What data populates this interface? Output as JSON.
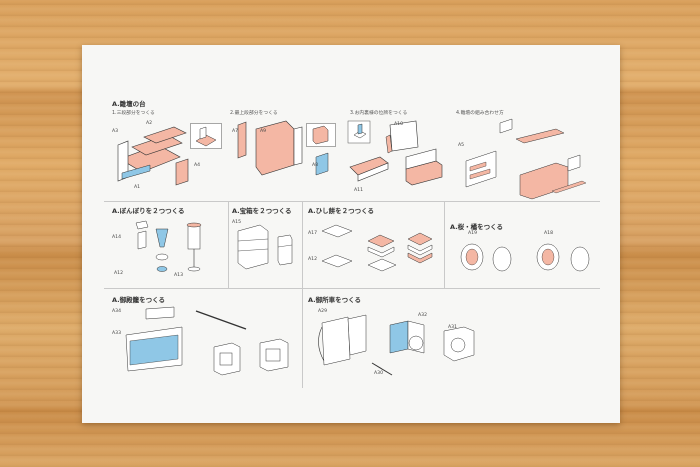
{
  "sections": {
    "a": {
      "title": "A.雛壇の台"
    },
    "b": {
      "title": "A.ぼんぼりを２つつくる"
    },
    "c": {
      "title": "A.宝箱を２つつくる"
    },
    "d": {
      "title": "A.ひし餅を２つつくる"
    },
    "e": {
      "title": "A.桜・橘をつくる"
    },
    "f": {
      "title": "A.御殿籠をつくる"
    },
    "g": {
      "title": "A.御所車をつくる"
    }
  },
  "steps": {
    "s1": "1.三段部分をつくる",
    "s2": "2.最上段部分をつくる",
    "s3": "3.お内裏様の位牌をつくる",
    "s4": "4.雛壇の組み合わせ方"
  },
  "parts": {
    "a1": "A1",
    "a2": "A2",
    "a3": "A3",
    "a4": "A4",
    "a7": "A7",
    "a8": "A8",
    "a9": "A9",
    "a10": "A10",
    "a11": "A11",
    "a5": "A5",
    "a14": "A14",
    "a12": "A12",
    "a13": "A13",
    "a15": "A15",
    "a17": "A17",
    "a12b": "A12",
    "a19": "A19",
    "a18": "A18",
    "a34": "A34",
    "a33": "A33",
    "a29": "A29",
    "a32": "A32",
    "a31": "A31",
    "a30": "A30"
  },
  "colors": {
    "accent_pink": "#f4b7a4",
    "accent_blue": "#8fc7e6",
    "line_dark": "#333333",
    "paper": "#f7f7f5"
  }
}
